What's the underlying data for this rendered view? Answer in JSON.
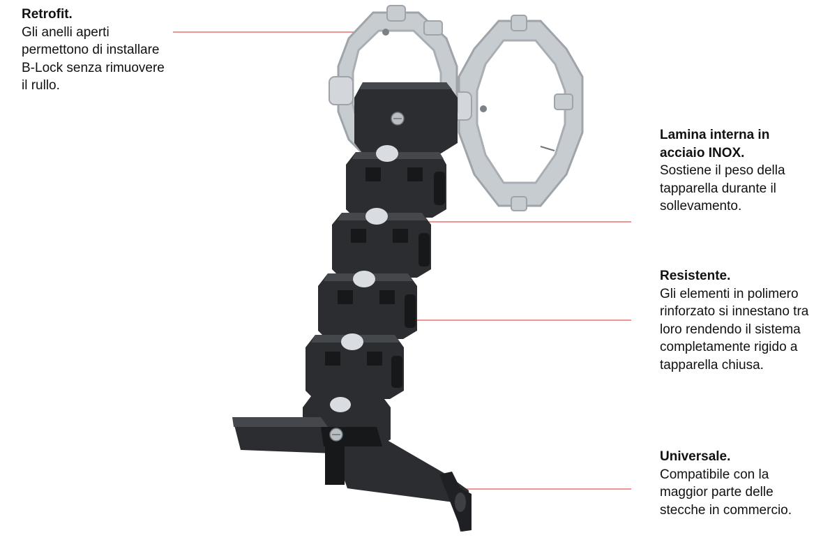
{
  "colors": {
    "leader_line": "#e57373",
    "ring": "#c7ccd1",
    "ring_shadow": "#9ea4aa",
    "chain": "#2b2d31",
    "chain_shadow": "#17181a",
    "chain_highlight": "#44474c"
  },
  "callouts": {
    "retrofit": {
      "title": "Retrofit.",
      "body": "Gli anelli aperti permettono di installare B-Lock senza rimuovere il rullo."
    },
    "lamina": {
      "title": "Lamina interna in acciaio INOX.",
      "body": "Sostiene il peso della tapparella durante il sollevamento."
    },
    "resistente": {
      "title": "Resistente.",
      "body": "Gli elementi in polimero rinforzato si innestano tra loro rendendo il sistema completamente rigido a tapparella chiusa."
    },
    "universale": {
      "title": "Universale.",
      "body": "Compatibile con la maggior parte delle stecche in commercio."
    }
  }
}
